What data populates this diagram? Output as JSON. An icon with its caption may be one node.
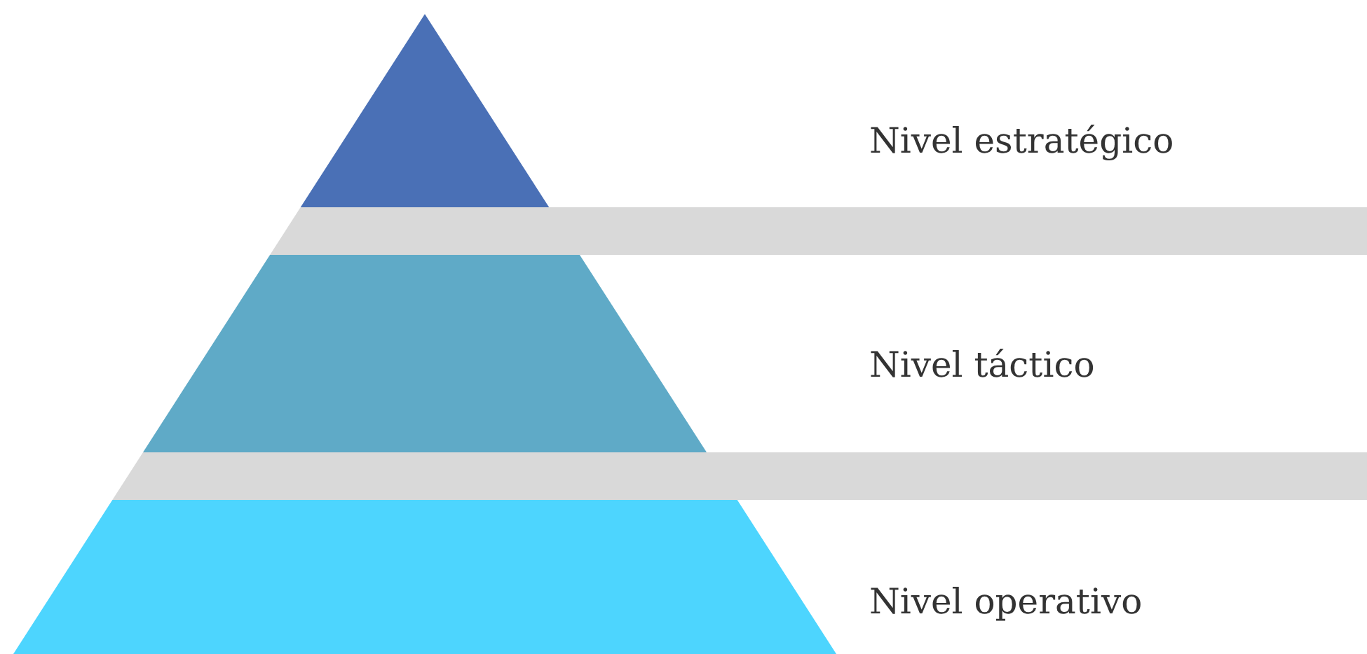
{
  "diagram": {
    "labels": [
      "Nivel estratégico",
      "Nivel táctico",
      "Nivel operativo"
    ]
  }
}
